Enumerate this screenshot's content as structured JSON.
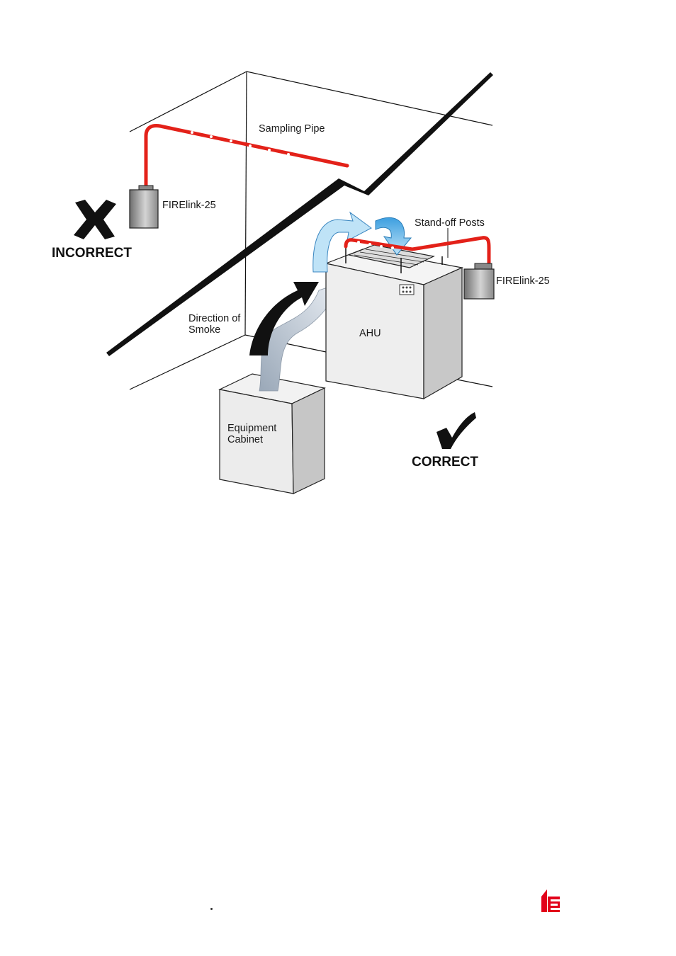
{
  "labels": {
    "sampling_pipe": "Sampling Pipe",
    "detector_left": "FIRElink-25",
    "detector_right": "FIRElink-25",
    "standoff_posts": "Stand-off Posts",
    "direction_line1": "Direction of",
    "direction_line2": "Smoke",
    "ahu": "AHU",
    "cabinet_line1": "Equipment",
    "cabinet_line2": "Cabinet",
    "incorrect": "INCORRECT",
    "correct": "CORRECT"
  },
  "colors": {
    "pipe": "#e32119",
    "airflow": "#5fb4e6",
    "smoke": "#a9b6c4",
    "unit_face": "#eeeeee",
    "unit_side": "#c8c8c8",
    "logo": "#e2001a"
  },
  "icons": {
    "incorrect": "cross-icon",
    "correct": "checkmark-icon",
    "logo": "brand-logo-icon"
  }
}
